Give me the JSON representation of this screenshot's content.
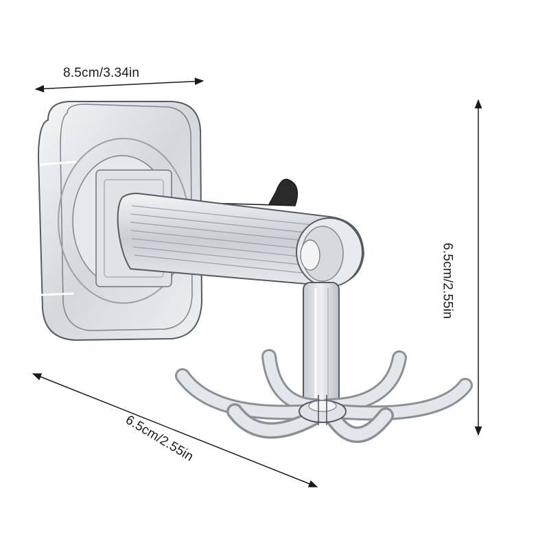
{
  "image": {
    "subject": "rotating-hook",
    "colors": {
      "background": "#ffffff",
      "outline": "#1a1a1a",
      "plastic": "#d9dde0",
      "plastic_dark": "#8a9096",
      "metal": "#2a2a2a"
    }
  },
  "dimensions": {
    "width_label": "8.5cm/3.34in",
    "height_label": "6.5cm/2.55in",
    "depth_label": "6.5cm/2.55in"
  }
}
